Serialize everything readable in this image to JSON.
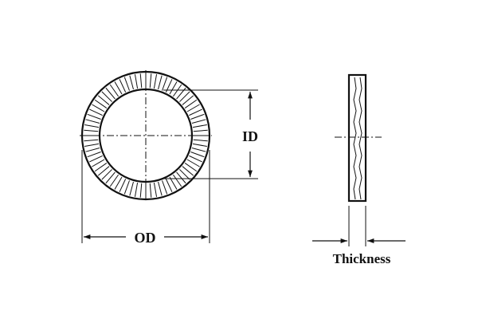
{
  "labels": {
    "inner_diameter": "ID",
    "outer_diameter": "OD",
    "thickness": "Thickness"
  },
  "style": {
    "line_color": "#111111",
    "background": "#ffffff"
  },
  "serrations": {
    "count": 72
  }
}
